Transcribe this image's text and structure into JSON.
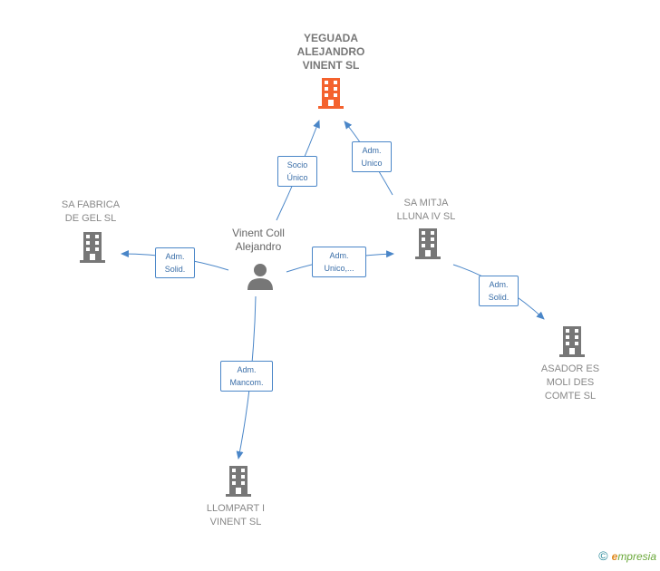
{
  "nodes": {
    "yeguada": {
      "label": "YEGUADA\nALEJANDRO\nVINENT  SL",
      "color": "#f4622e"
    },
    "sa_fabrica": {
      "label": "SA FABRICA\nDE GEL  SL",
      "color": "#777777"
    },
    "sa_mitja": {
      "label": "SA MITJA\nLLUNA IV  SL",
      "color": "#777777"
    },
    "asador": {
      "label": "ASADOR ES\nMOLI DES\nCOMTE SL",
      "color": "#777777"
    },
    "llompart": {
      "label": "LLOMPART I\nVINENT  SL",
      "color": "#777777"
    },
    "person": {
      "label": "Vinent Coll\nAlejandro",
      "color": "#777777"
    }
  },
  "edges": {
    "socio_unico": "Socio\nÚnico",
    "adm_unico_top": "Adm.\nUnico",
    "adm_solid_left": "Adm.\nSolid.",
    "adm_unico_mid": "Adm.\nUnico,...",
    "adm_solid_right": "Adm.\nSolid.",
    "adm_mancom": "Adm.\nMancom."
  },
  "colors": {
    "edge": "#4a86c8"
  },
  "footer": {
    "copyright": "©",
    "brand_e": "e",
    "brand_rest": "mpresia"
  }
}
